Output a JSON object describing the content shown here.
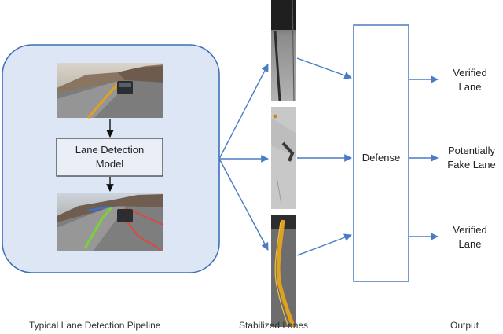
{
  "pipeline": {
    "model_label_line1": "Lane Detection",
    "model_label_line2": "Model"
  },
  "defense": {
    "label": "Defense"
  },
  "outputs": [
    {
      "line1": "Verified",
      "line2": "Lane"
    },
    {
      "line1": "Potentially",
      "line2": "Fake Lane"
    },
    {
      "line1": "Verified",
      "line2": "Lane"
    }
  ],
  "captions": {
    "pipeline": "Typical Lane Detection Pipeline",
    "stabilized": "Stabilized Lanes",
    "output": "Output"
  },
  "colors": {
    "panel_fill": "#dde6f4",
    "panel_stroke": "#3e6fb8",
    "arrow": "#4a7cc4",
    "box_stroke": "#333333",
    "lane_yellow": "#e0a21d"
  }
}
